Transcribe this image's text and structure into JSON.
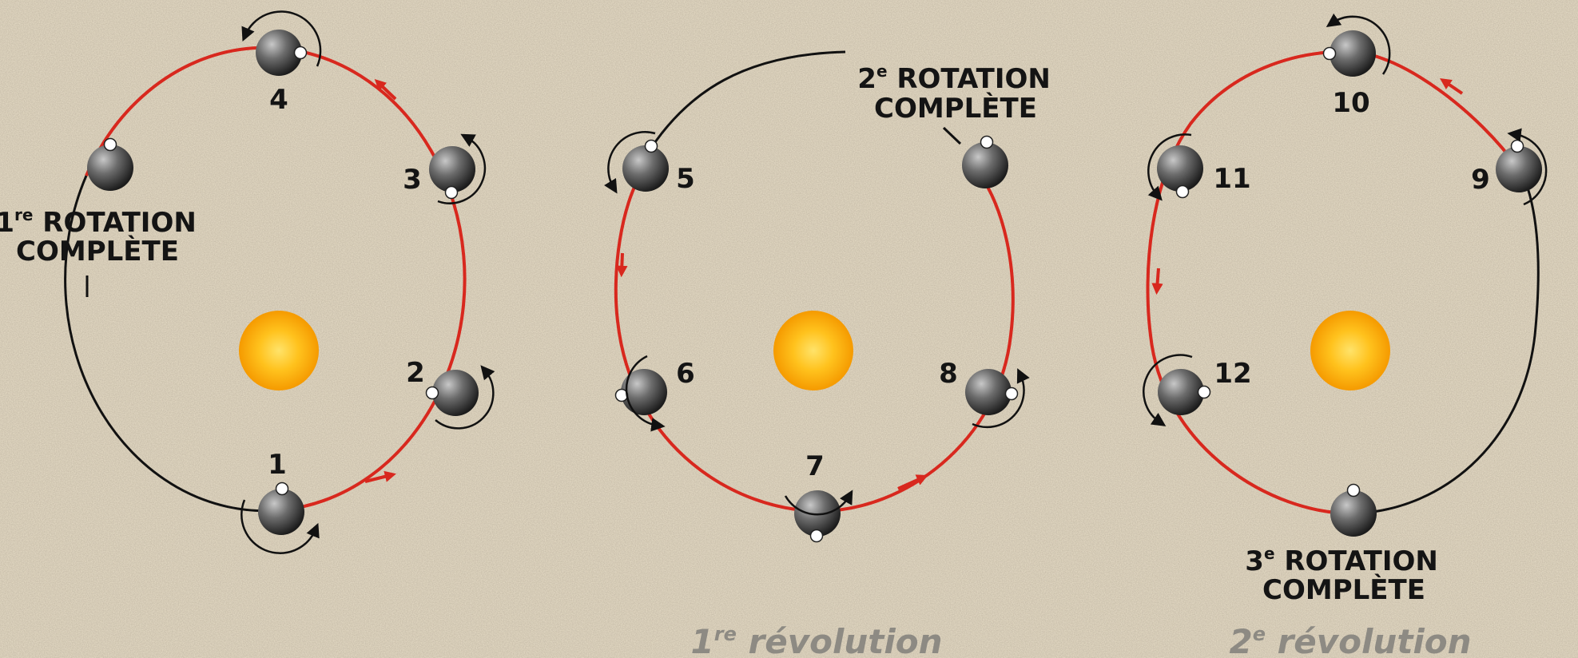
{
  "colors": {
    "orbit_active": "#d8281e",
    "orbit_inactive": "#111111",
    "sun_outer": "#f5a000",
    "sun_inner": "#ffd34a",
    "planet": "#5a5a5a",
    "background": "#e6dcc6",
    "revolution_label": "#8d8a83"
  },
  "panels": [
    {
      "planet_labels": [
        "1",
        "2",
        "3",
        "4"
      ],
      "rotation_note": {
        "number": "1",
        "suffix": "re",
        "line1_rest": " rotation",
        "line2": "complète"
      },
      "revolution_label": {
        "number": "",
        "suffix": "",
        "rest": ""
      }
    },
    {
      "planet_labels": [
        "5",
        "6",
        "7",
        "8"
      ],
      "rotation_note": {
        "number": "2",
        "suffix": "e",
        "line1_rest": " rotation",
        "line2": "complète"
      },
      "revolution_label": {
        "number": "1",
        "suffix": "re",
        "rest": " révolution"
      }
    },
    {
      "planet_labels": [
        "9",
        "10",
        "11",
        "12"
      ],
      "rotation_note": {
        "number": "3",
        "suffix": "e",
        "line1_rest": " rotation",
        "line2": "complète"
      },
      "revolution_label": {
        "number": "2",
        "suffix": "e",
        "rest": " révolution"
      }
    }
  ]
}
